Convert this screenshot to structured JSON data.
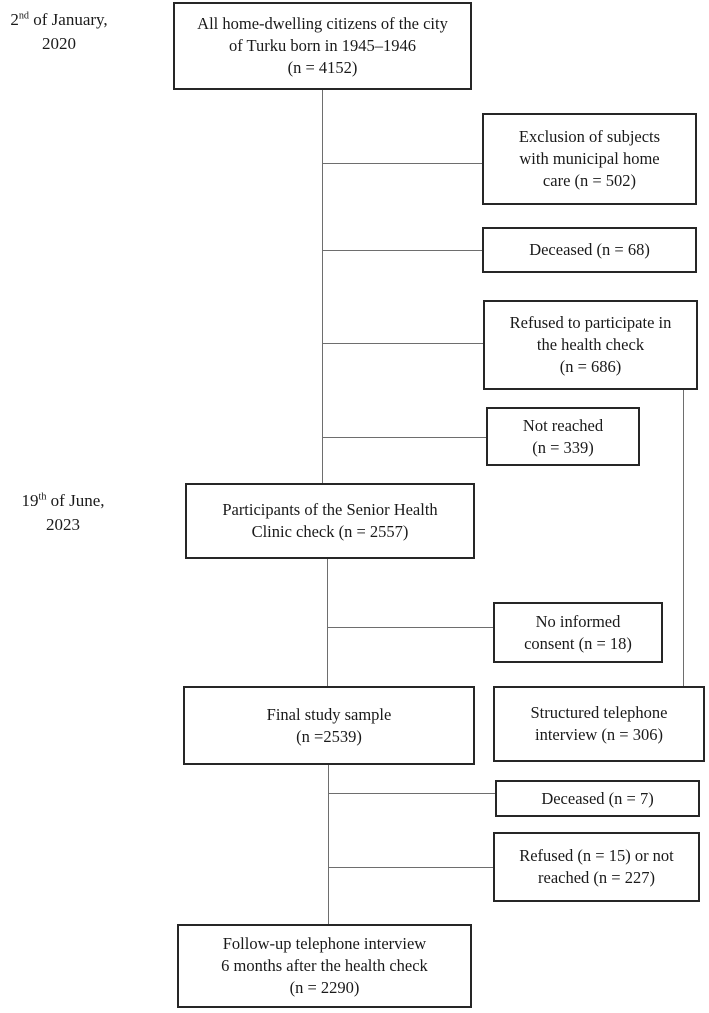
{
  "figure": {
    "kind": "study-flow-chart"
  },
  "colors": {
    "background": "#ffffff",
    "box_border": "#262626",
    "connector_line": "#6e6e6e",
    "text": "#1a1a1a"
  },
  "dates": {
    "start": {
      "day": "2",
      "ordinal": "nd",
      "suffix": " of January,",
      "year": "2020"
    },
    "followup": {
      "day": "19",
      "ordinal": "th",
      "suffix": " of June,",
      "year": "2023"
    }
  },
  "boxes": {
    "population": {
      "text": "All home-dwelling citizens of the city\nof Turku born in 1945–1946\n(n = 4152)",
      "n": 4152
    },
    "exclusion_home_care": {
      "text": "Exclusion of subjects\nwith municipal home\ncare (n = 502)",
      "n": 502
    },
    "deceased_first": {
      "text": "Deceased (n = 68)",
      "n": 68
    },
    "refused_health_check": {
      "text": "Refused to participate in\nthe health check\n(n = 686)",
      "n": 686
    },
    "not_reached_first": {
      "text": "Not reached\n(n = 339)",
      "n": 339
    },
    "participants": {
      "text": "Participants of the Senior Health\nClinic check (n = 2557)",
      "n": 2557
    },
    "no_informed_consent": {
      "text": "No informed\nconsent (n = 18)",
      "n": 18
    },
    "final_sample": {
      "text": "Final study sample\n(n =2539)",
      "n": 2539
    },
    "structured_interview": {
      "text": "Structured telephone\ninterview (n = 306)",
      "n": 306
    },
    "deceased_second": {
      "text": "Deceased (n = 7)",
      "n": 7
    },
    "refused_or_not_reached": {
      "text": "Refused (n = 15) or not\nreached (n = 227)",
      "n_refused": 15,
      "n_not_reached": 227
    },
    "followup_interview": {
      "text": "Follow-up telephone interview\n6 months after the health check\n(n = 2290)",
      "n": 2290
    }
  }
}
